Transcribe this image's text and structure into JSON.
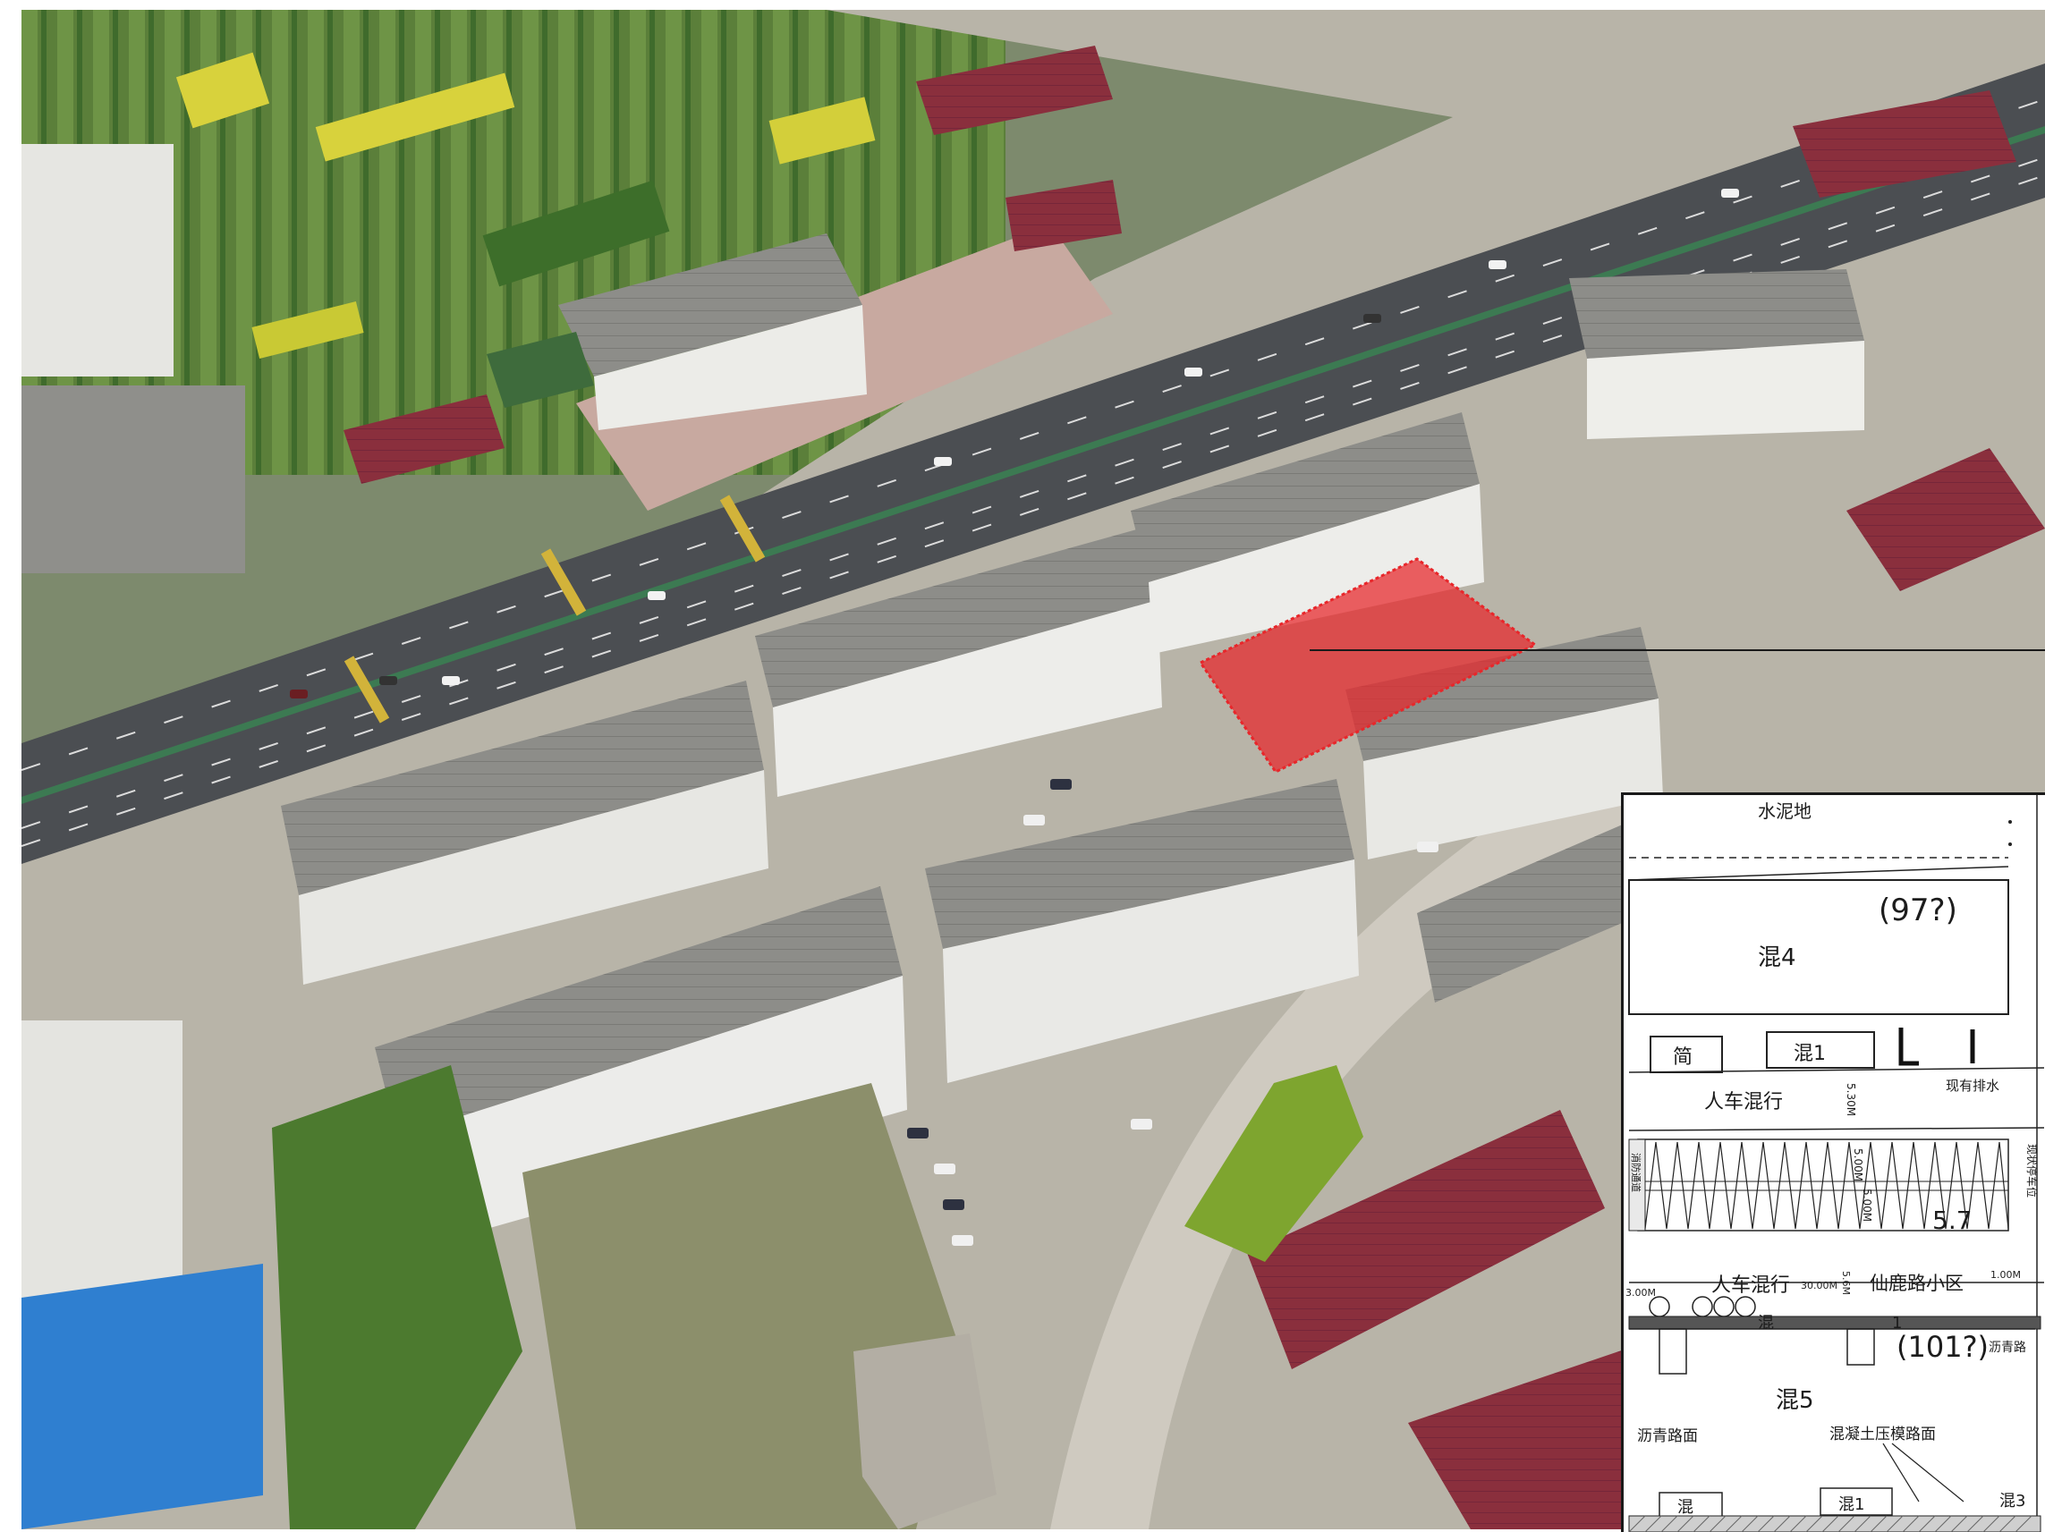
{
  "photo": {
    "highlight_color": "#e8262a",
    "roof_colors": {
      "grey": "#8d8d89",
      "maroon": "#8a2f3d",
      "blue": "#2f7fd0",
      "white": "#e9e9e4"
    },
    "vegetation_colors": {
      "green": "#4e7a34",
      "yellow": "#d8d23c"
    },
    "road_color": "#4b4e52"
  },
  "inset": {
    "labels": {
      "top_cut": "水泥地",
      "building_97": "(97?)",
      "hun4": "混4",
      "jian": "简",
      "hun1": "混1",
      "mixed_traffic_top": "人车混行",
      "existing_drain": "现有排水",
      "width_a": "5.30M",
      "width_b": "5.00M",
      "width_c": "5.00M",
      "value_57": "5.7",
      "vertical_note": "现状停车位",
      "left_vertical": "消防通道",
      "dim_left": "3.00M",
      "mixed_traffic_bottom": "人车混行",
      "dim_mid": "30.00M",
      "dim_mid2": "5.6M",
      "road_name": "仙鹿路小区",
      "dim_right": "1.00M",
      "hun_mid": "混",
      "hun_1b": "1",
      "building_101": "(101?)",
      "asphalt_right": "沥青路",
      "hun5": "混5",
      "asphalt": "沥青路面",
      "concrete": "混凝土压模路面",
      "hun_bl": "混",
      "hun_bm": "混1",
      "hun_br": "混3"
    }
  }
}
